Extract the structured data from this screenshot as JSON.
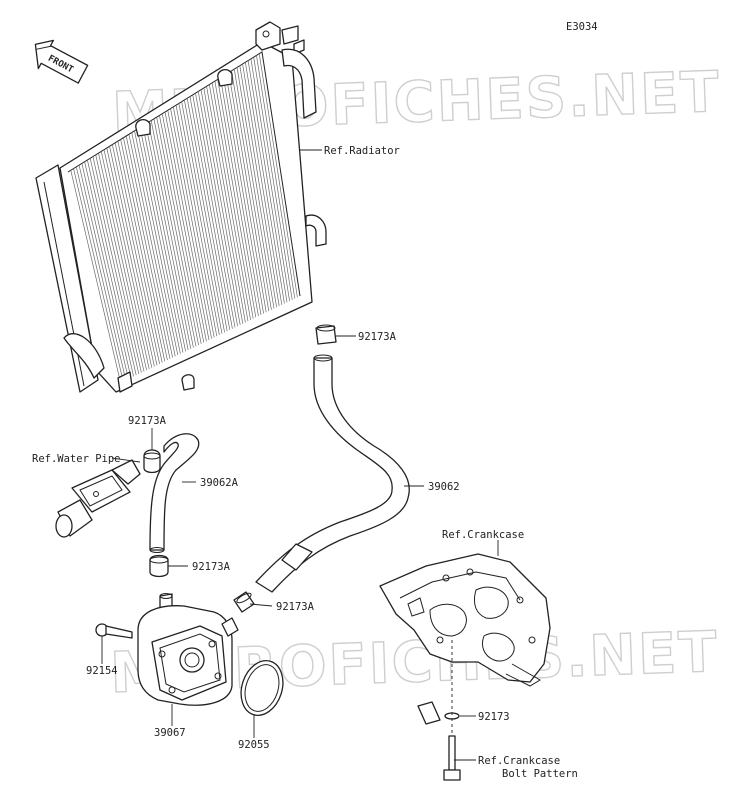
{
  "diagram_code": "E3034",
  "front_label": "FRONT",
  "watermark": "MICROFICHES.NET",
  "callouts": {
    "ref_radiator": "Ref.Radiator",
    "clamp_upper": "92173A",
    "clamp_left_top": "92173A",
    "ref_water_pipe": "Ref.Water Pipe",
    "hose_39062a": "39062A",
    "hose_39062": "39062",
    "clamp_left_bottom": "92173A",
    "clamp_right_bottom": "92173A",
    "ref_crankcase": "Ref.Crankcase",
    "bolt_92154": "92154",
    "cooler_39067": "39067",
    "oring_92055": "92055",
    "washer_92173": "92173",
    "ref_crankcase_bolt_line1": "Ref.Crankcase",
    "ref_crankcase_bolt_line2": "Bolt Pattern"
  }
}
